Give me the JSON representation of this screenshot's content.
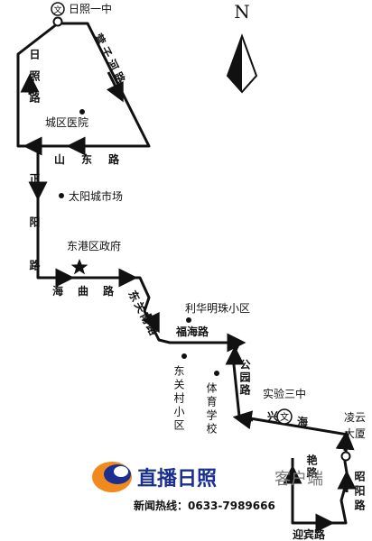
{
  "roads": {
    "rizhao_road": "日照路",
    "yingzihe_road": "营子河路",
    "shandong_road": "山东路",
    "zhengyang_road": "正阳路",
    "haiqu_road": "海曲路",
    "dongguannan_road": "东关南路",
    "fuhai_road": "福海路",
    "gongyuan_road": "公园路",
    "xinghai_road": [
      "兴",
      "海"
    ],
    "yan_road": "艳路",
    "yingbin_road": "迎宾路",
    "zhaoyang_road": "昭阳路"
  },
  "pois": {
    "rizhao_no1_middle": "日照一中",
    "chengqu_hospital": "城区医院",
    "taiyangcheng_market": "太阳城市场",
    "donggang_gov": "东港区政府",
    "lihua_mingzhu": "利华明珠小区",
    "dongguancun": "东关村小区",
    "tiyu_school": "体育学校",
    "shiyan_no3_middle": "实验三中",
    "lingyun_tower": [
      "凌云",
      "大厦"
    ],
    "school_symbol": "文"
  },
  "compass": {
    "label": "N"
  },
  "branding": {
    "title": "直播日照",
    "subtitle": "客户端",
    "hotline": "新闻热线：0633-7989666"
  },
  "colors": {
    "route": "#111111",
    "brand_blue": "#1a2f8f",
    "brand_orange": "#f08a1e"
  }
}
